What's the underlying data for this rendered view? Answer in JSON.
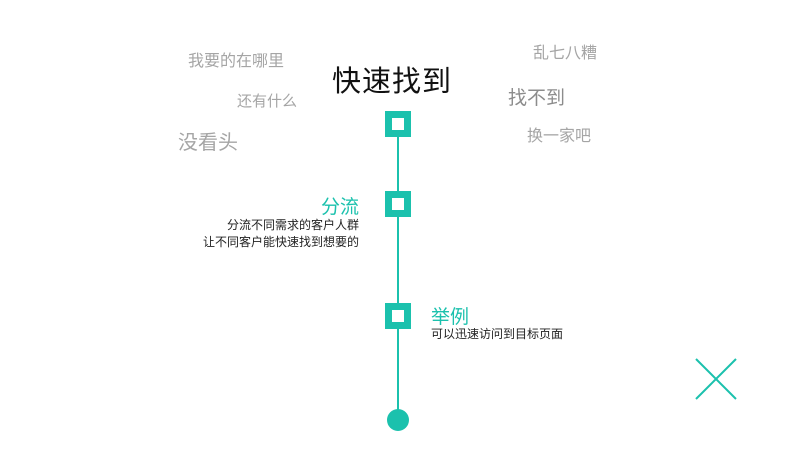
{
  "title": "快速找到",
  "floating_words": [
    "我要的在哪里",
    "乱七八糟",
    "还有什么",
    "找不到",
    "没看头",
    "换一家吧"
  ],
  "steps": [
    {
      "heading": "分流",
      "lines": [
        "分流不同需求的客户人群",
        "让不同客户能快速找到想要的"
      ]
    },
    {
      "heading": "举例",
      "lines": [
        "可以迅速访问到目标页面"
      ]
    }
  ],
  "colors": {
    "accent": "#1bc1ad",
    "title": "#111111",
    "floating": "#a5a5a5",
    "text": "#222222"
  },
  "icons": {
    "close": "close-icon"
  }
}
